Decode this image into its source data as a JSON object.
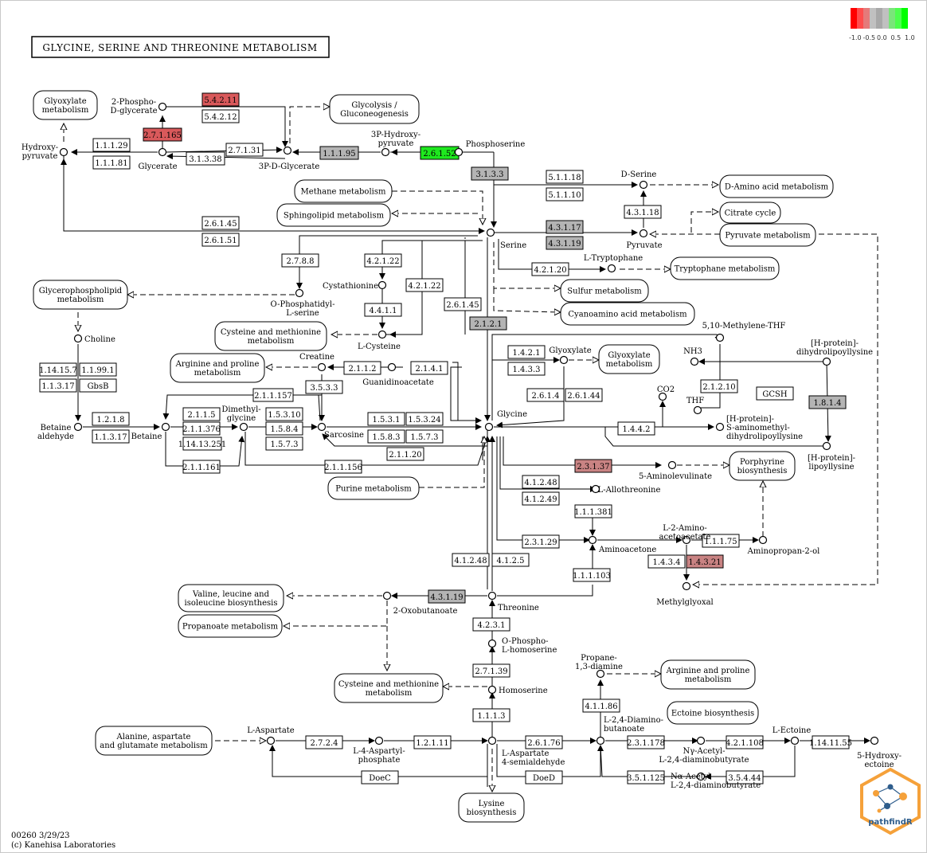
{
  "title": "GLYCINE, SERINE AND THREONINE METABOLISM",
  "footer": {
    "map_id": "00260 3/29/23",
    "copyright": "(c) Kanehisa Laboratories"
  },
  "logo_text": "pathfindR",
  "legend": {
    "labels": [
      "-1.0",
      "-0.5",
      "0.0",
      "0.5",
      "1.0"
    ],
    "colors": [
      "#ff0000",
      "#ff4d4d",
      "#e57a7a",
      "#c0c0c0",
      "#a8a8a8",
      "#c0c0c0",
      "#7ae57a",
      "#4dff4d",
      "#00ff00"
    ]
  },
  "colors": {
    "red": "#d9595b",
    "pink": "#c98383",
    "green": "#1ee81e",
    "gray": "#b4b4b4",
    "white": "#ffffff"
  },
  "enzymes": [
    {
      "label": "5.4.2.11",
      "c": "red"
    },
    {
      "label": "5.4.2.12",
      "c": "white"
    },
    {
      "label": "2.7.1.165",
      "c": "red"
    },
    {
      "label": "1.1.1.29",
      "c": "white"
    },
    {
      "label": "1.1.1.81",
      "c": "white"
    },
    {
      "label": "2.7.1.31",
      "c": "white"
    },
    {
      "label": "3.1.3.38",
      "c": "white"
    },
    {
      "label": "1.1.1.95",
      "c": "gray"
    },
    {
      "label": "2.6.1.52",
      "c": "green"
    },
    {
      "label": "3.1.3.3",
      "c": "gray"
    },
    {
      "label": "5.1.1.18",
      "c": "white"
    },
    {
      "label": "5.1.1.10",
      "c": "white"
    },
    {
      "label": "4.3.1.18",
      "c": "white"
    },
    {
      "label": "2.6.1.45",
      "c": "white"
    },
    {
      "label": "2.6.1.51",
      "c": "white"
    },
    {
      "label": "4.3.1.17",
      "c": "gray"
    },
    {
      "label": "4.3.1.19",
      "c": "gray"
    },
    {
      "label": "2.7.8.8",
      "c": "white"
    },
    {
      "label": "4.2.1.22",
      "c": "white"
    },
    {
      "label": "4.2.1.22",
      "c": "white"
    },
    {
      "label": "4.2.1.20",
      "c": "white"
    },
    {
      "label": "4.4.1.1",
      "c": "white"
    },
    {
      "label": "2.6.1.45",
      "c": "white"
    },
    {
      "label": "2.1.2.1",
      "c": "gray"
    },
    {
      "label": "1.14.15.7",
      "c": "white"
    },
    {
      "label": "1.1.99.1",
      "c": "white"
    },
    {
      "label": "1.1.3.17",
      "c": "white"
    },
    {
      "label": "GbsB",
      "c": "white"
    },
    {
      "label": "2.1.1.2",
      "c": "white"
    },
    {
      "label": "2.1.4.1",
      "c": "white"
    },
    {
      "label": "3.5.3.3",
      "c": "white"
    },
    {
      "label": "2.1.1.157",
      "c": "white"
    },
    {
      "label": "1.2.1.8",
      "c": "white"
    },
    {
      "label": "1.1.3.17",
      "c": "white"
    },
    {
      "label": "2.1.1.5",
      "c": "white"
    },
    {
      "label": "2.1.1.376",
      "c": "white"
    },
    {
      "label": "1.14.13.251",
      "c": "white"
    },
    {
      "label": "1.5.3.10",
      "c": "white"
    },
    {
      "label": "1.5.8.4",
      "c": "white"
    },
    {
      "label": "1.5.7.3",
      "c": "white"
    },
    {
      "label": "2.1.1.161",
      "c": "white"
    },
    {
      "label": "1.5.3.1",
      "c": "white"
    },
    {
      "label": "1.5.3.24",
      "c": "white"
    },
    {
      "label": "1.5.8.3",
      "c": "white"
    },
    {
      "label": "1.5.7.3",
      "c": "white"
    },
    {
      "label": "2.1.1.20",
      "c": "white"
    },
    {
      "label": "2.1.1.156",
      "c": "white"
    },
    {
      "label": "1.4.2.1",
      "c": "white"
    },
    {
      "label": "1.4.3.3",
      "c": "white"
    },
    {
      "label": "2.6.1.4",
      "c": "white"
    },
    {
      "label": "2.6.1.44",
      "c": "white"
    },
    {
      "label": "2.1.2.10",
      "c": "white"
    },
    {
      "label": "GCSH",
      "c": "white"
    },
    {
      "label": "1.8.1.4",
      "c": "gray"
    },
    {
      "label": "1.4.4.2",
      "c": "white"
    },
    {
      "label": "2.3.1.37",
      "c": "pink"
    },
    {
      "label": "4.1.2.48",
      "c": "white"
    },
    {
      "label": "4.1.2.49",
      "c": "white"
    },
    {
      "label": "1.1.1.381",
      "c": "white"
    },
    {
      "label": "2.3.1.29",
      "c": "white"
    },
    {
      "label": "1.1.1.75",
      "c": "white"
    },
    {
      "label": "1.4.3.4",
      "c": "white"
    },
    {
      "label": "1.4.3.21",
      "c": "pink"
    },
    {
      "label": "4.1.2.48",
      "c": "white"
    },
    {
      "label": "4.1.2.5",
      "c": "white"
    },
    {
      "label": "1.1.1.103",
      "c": "white"
    },
    {
      "label": "4.3.1.19",
      "c": "gray"
    },
    {
      "label": "4.2.3.1",
      "c": "white"
    },
    {
      "label": "2.7.1.39",
      "c": "white"
    },
    {
      "label": "1.1.1.3",
      "c": "white"
    },
    {
      "label": "4.1.1.86",
      "c": "white"
    },
    {
      "label": "2.7.2.4",
      "c": "white"
    },
    {
      "label": "1.2.1.11",
      "c": "white"
    },
    {
      "label": "2.6.1.76",
      "c": "white"
    },
    {
      "label": "2.3.1.178",
      "c": "white"
    },
    {
      "label": "4.2.1.108",
      "c": "white"
    },
    {
      "label": "1.14.11.55",
      "c": "white"
    },
    {
      "label": "DoeC",
      "c": "white"
    },
    {
      "label": "DoeD",
      "c": "white"
    },
    {
      "label": "3.5.1.125",
      "c": "white"
    },
    {
      "label": "3.5.4.44",
      "c": "white"
    }
  ],
  "pathways": [
    {
      "label": "Glyoxylate\nmetabolism"
    },
    {
      "label": "Glycolysis /\nGluconeogenesis"
    },
    {
      "label": "Methane metabolism"
    },
    {
      "label": "Sphingolipid metabolism"
    },
    {
      "label": "D-Amino acid metabolism"
    },
    {
      "label": "Citrate cycle"
    },
    {
      "label": "Pyruvate metabolism"
    },
    {
      "label": "Tryptophane metabolism"
    },
    {
      "label": "Sulfur metabolism"
    },
    {
      "label": "Cyanoamino acid metabolism"
    },
    {
      "label": "Glycerophospholipid\nmetabolism"
    },
    {
      "label": "Cysteine and methionine\nmetabolism"
    },
    {
      "label": "Arginine and proline\nmetabolism"
    },
    {
      "label": "Glyoxylate\nmetabolism"
    },
    {
      "label": "Porphyrine\nbiosynthesis"
    },
    {
      "label": "Purine metabolism"
    },
    {
      "label": "Valine, leucine and\nisoleucine biosynthesis"
    },
    {
      "label": "Propanoate metabolism"
    },
    {
      "label": "Cysteine and methionine\nmetabolism"
    },
    {
      "label": "Arginine and proline\nmetabolism"
    },
    {
      "label": "Ectoine biosynthesis"
    },
    {
      "label": "Alanine, aspartate\nand glutamate metabolism"
    },
    {
      "label": "Lysine\nbiosynthesis"
    }
  ],
  "compounds": [
    {
      "label": "2-Phospho-\nD-glycerate"
    },
    {
      "label": "Hydroxy-\npyruvate"
    },
    {
      "label": "Glycerate"
    },
    {
      "label": "3P-D-Glycerate"
    },
    {
      "label": "3P-Hydroxy-\npyruvate"
    },
    {
      "label": "Phosphoserine"
    },
    {
      "label": "D-Serine"
    },
    {
      "label": "Serine"
    },
    {
      "label": "Pyruvate"
    },
    {
      "label": "L-Tryptophane"
    },
    {
      "label": "O-Phosphatidyl-\nL-serine"
    },
    {
      "label": "Cystathionine"
    },
    {
      "label": "Choline"
    },
    {
      "label": "L-Cysteine"
    },
    {
      "label": "Creatine"
    },
    {
      "label": "Guanidinoacetate"
    },
    {
      "label": "Betaine\naldehyde"
    },
    {
      "label": "Betaine"
    },
    {
      "label": "Dimethyl-\nglycine"
    },
    {
      "label": "Sarcosine"
    },
    {
      "label": "Glycine"
    },
    {
      "label": "Glyoxylate"
    },
    {
      "label": "5,10-Methylene-THF"
    },
    {
      "label": "NH3"
    },
    {
      "label": "[H-protein]-\ndihydrolipoyllysine"
    },
    {
      "label": "CO2"
    },
    {
      "label": "THF"
    },
    {
      "label": "[H-protein]-\nS-aminomethyl-\ndihydrolipoyllysine"
    },
    {
      "label": "[H-protein]-\nlipoyllysine"
    },
    {
      "label": "5-Aminolevulinate"
    },
    {
      "label": "L-Allothreonine"
    },
    {
      "label": "Aminoacetone"
    },
    {
      "label": "L-2-Amino-\nacetoacetate"
    },
    {
      "label": "Aminopropan-2-ol"
    },
    {
      "label": "Methylglyoxal"
    },
    {
      "label": "Threonine"
    },
    {
      "label": "2-Oxobutanoate"
    },
    {
      "label": "O-Phospho-\nL-homoserine"
    },
    {
      "label": "Homoserine"
    },
    {
      "label": "Propane-\n1,3-diamine"
    },
    {
      "label": "L-Aspartate"
    },
    {
      "label": "L-4-Aspartyl-\nphosphate"
    },
    {
      "label": "L-Aspartate\n4-semialdehyde"
    },
    {
      "label": "L-2,4-Diamino-\nbutanoate"
    },
    {
      "label": "Nγ-Acetyl-\nL-2,4-diaminobutyrate"
    },
    {
      "label": "L-Ectoine"
    },
    {
      "label": "5-Hydroxy-\nectoine"
    },
    {
      "label": "Nα-Acetyl-\nL-2,4-diaminobutyrate"
    }
  ]
}
